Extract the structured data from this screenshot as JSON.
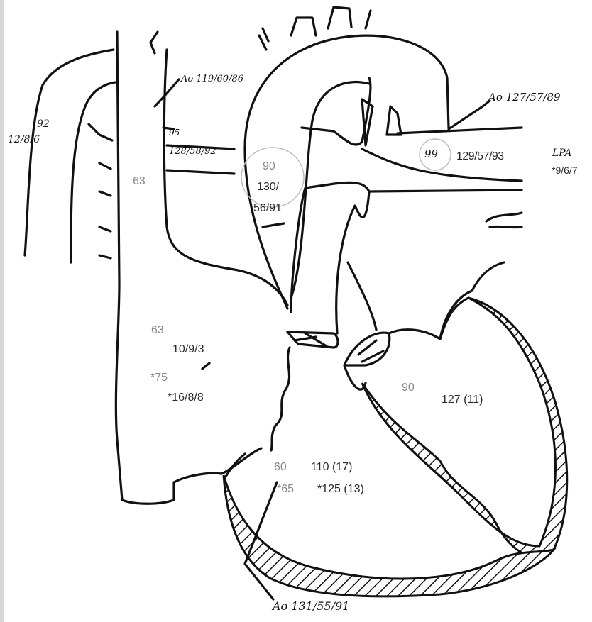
{
  "annotations": {
    "svc_o2": "63",
    "ra_o2": "63",
    "ra_pressures": "10/9/3",
    "ra_o2_star": "*75",
    "ra_pressures_star": "*16/8/8",
    "asc_o2": "90",
    "asc_p1": "130/",
    "asc_p2": "56/91",
    "desc_o2": "99",
    "desc_pressures": "129/57/93",
    "lpa_label": "LPA",
    "lpa_pressures": "*9/6/7",
    "lv_o2": "90",
    "lv_pressures": "127 (11)",
    "rv_o2": "60",
    "rv_pressures": "110 (17)",
    "rv_o2_star": "*65",
    "rv_pressures_star": "*125 (13)",
    "hand_ao_top": "Ao 119/60/86",
    "hand_ao_right": "Ao 127/57/89",
    "hand_ao_bottom": "Ao 131/55/91",
    "hand_svc_mid": "128/58/92",
    "hand_left_top": "92",
    "hand_left": "12/8/6",
    "hand_mid_small": "95"
  },
  "colors": {
    "ink": "#111111",
    "grey_label": "#8a8a8a"
  }
}
